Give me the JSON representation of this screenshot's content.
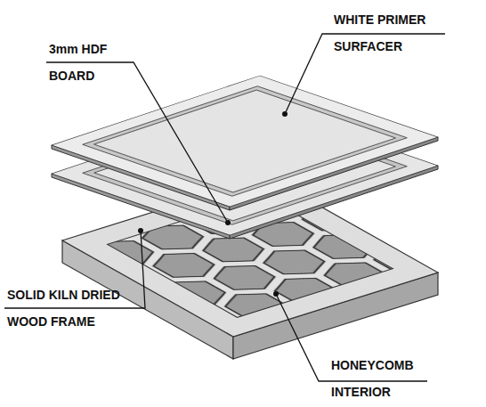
{
  "diagram": {
    "labels": [
      "WHITE PRIMER SURFACER",
      "3mm HDF BOARD",
      "SOLID KILN DRIED WOOD FRAME",
      "HONEYCOMB INTERIOR"
    ]
  }
}
